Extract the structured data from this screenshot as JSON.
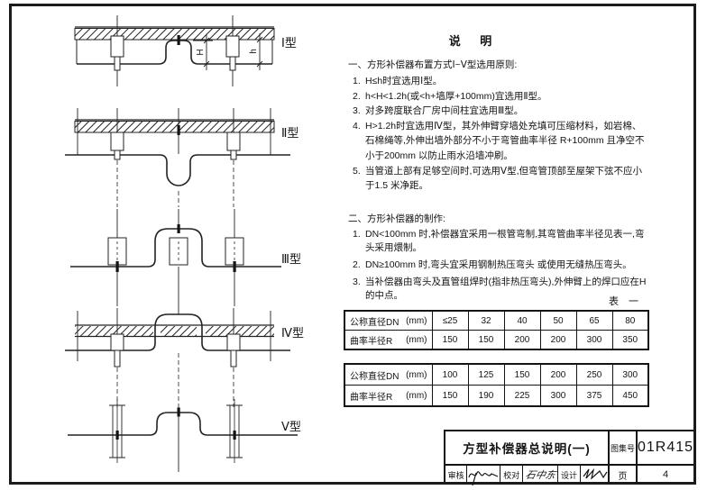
{
  "notes": {
    "title": "说  明",
    "section1": {
      "heading": "一、方形补偿器布置方式Ⅰ~Ⅴ型选用原则:",
      "items": [
        {
          "num": "1.",
          "text": "H≤h时宜选用Ⅰ型。"
        },
        {
          "num": "2.",
          "text": "h<H<1.2h(或<h+墙厚+100mm)宜选用Ⅱ型。"
        },
        {
          "num": "3.",
          "text": "对多跨度联合厂房中间柱宜选用Ⅲ型。"
        },
        {
          "num": "4.",
          "text": "H>1.2h时宜选用Ⅳ型，其外伸臂穿墙处充填可压缩材料，如岩棉、石棉绳等,外伸出墙外部分不小于弯管曲率半径 R+100mm 且净空不小于200mm 以防止雨水沿墙冲刷。"
        },
        {
          "num": "5.",
          "text": "当管道上部有足够空间时,可选用Ⅴ型,但弯管顶部至屋架下弦不应小于1.5 米净距。"
        }
      ]
    },
    "section2": {
      "heading": "二、方形补偿器的制作:",
      "items": [
        {
          "num": "1.",
          "text": "DN<100mm 时,补偿器宜采用一根管弯制,其弯管曲率半径见表一,弯头采用煨制。"
        },
        {
          "num": "2.",
          "text": "DN≥100mm 时,弯头宜采用钢制热压弯头 或使用无缝热压弯头。"
        },
        {
          "num": "3.",
          "text": "当补偿器由弯头及直管组焊时(指非热压弯头),外伸臂上的焊口应在H的中点。"
        }
      ]
    }
  },
  "table_caption": "表 一",
  "tables": [
    {
      "rows": [
        {
          "name": "公称直径DN",
          "unit": "(mm)",
          "values": [
            "≤25",
            "32",
            "40",
            "50",
            "65",
            "80"
          ]
        },
        {
          "name": "曲率半径R",
          "unit": "(mm)",
          "values": [
            "150",
            "150",
            "200",
            "200",
            "300",
            "350"
          ]
        }
      ]
    },
    {
      "rows": [
        {
          "name": "公称直径DN",
          "unit": "(mm)",
          "values": [
            "100",
            "125",
            "150",
            "200",
            "250",
            "300"
          ]
        },
        {
          "name": "曲率半径R",
          "unit": "(mm)",
          "values": [
            "150",
            "190",
            "225",
            "300",
            "375",
            "450"
          ]
        }
      ]
    }
  ],
  "diagrams": [
    {
      "label": "Ⅰ型"
    },
    {
      "label": "Ⅱ型"
    },
    {
      "label": "Ⅲ型"
    },
    {
      "label": "Ⅳ型"
    },
    {
      "label": "Ⅴ型"
    }
  ],
  "dims": {
    "H": "H",
    "h": "h"
  },
  "titleblock": {
    "title": "方型补偿器总说明(一)",
    "atlas_label": "图集号",
    "atlas_number": "01R415",
    "page_label": "页",
    "page_number": "4",
    "reviewer_label": "审核",
    "checker_label": "校对",
    "checker_signature": "石中东",
    "designer_label": "设计"
  }
}
